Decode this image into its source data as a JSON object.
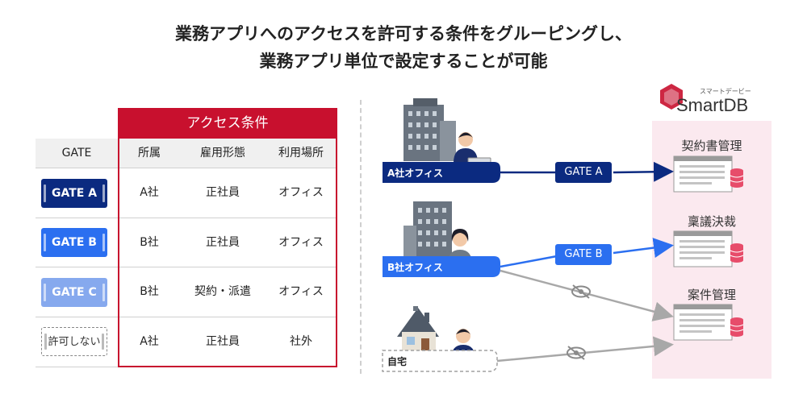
{
  "title": {
    "line1": "業務アプリへのアクセスを許可する条件をグルーピングし、",
    "line2": "業務アプリ単位で設定することが可能"
  },
  "table": {
    "gate_header": "GATE",
    "conditions_header": "アクセス条件",
    "columns": [
      "所属",
      "雇用形態",
      "利用場所"
    ],
    "rows": [
      {
        "gate": "GATE A",
        "affiliation": "A社",
        "employment": "正社員",
        "location": "オフィス"
      },
      {
        "gate": "GATE B",
        "affiliation": "B社",
        "employment": "正社員",
        "location": "オフィス"
      },
      {
        "gate": "GATE C",
        "affiliation": "B社",
        "employment": "契約・派遣",
        "location": "オフィス"
      },
      {
        "gate": "許可しない",
        "affiliation": "A社",
        "employment": "正社員",
        "location": "社外"
      }
    ]
  },
  "diagram": {
    "sources": [
      {
        "label": "A社オフィス",
        "icon": "office-building-icon"
      },
      {
        "label": "B社オフィス",
        "icon": "office-building-icon"
      },
      {
        "label": "自宅",
        "icon": "house-icon"
      }
    ],
    "gates": [
      {
        "label": "GATE A",
        "color": "#0b2a80"
      },
      {
        "label": "GATE B",
        "color": "#2b6ff0"
      }
    ],
    "blocked_icon": "eye-slash-icon",
    "apps": [
      "契約書管理",
      "稟議決裁",
      "案件管理"
    ],
    "logo": {
      "name": "SmartDB",
      "kana": "スマートデービー"
    }
  },
  "colors": {
    "accent_red": "#c8102e",
    "gate_a": "#0b2a80",
    "gate_b": "#2b6ff0",
    "gate_c": "#86a9ee",
    "panel_pink": "#fbe9ef"
  }
}
